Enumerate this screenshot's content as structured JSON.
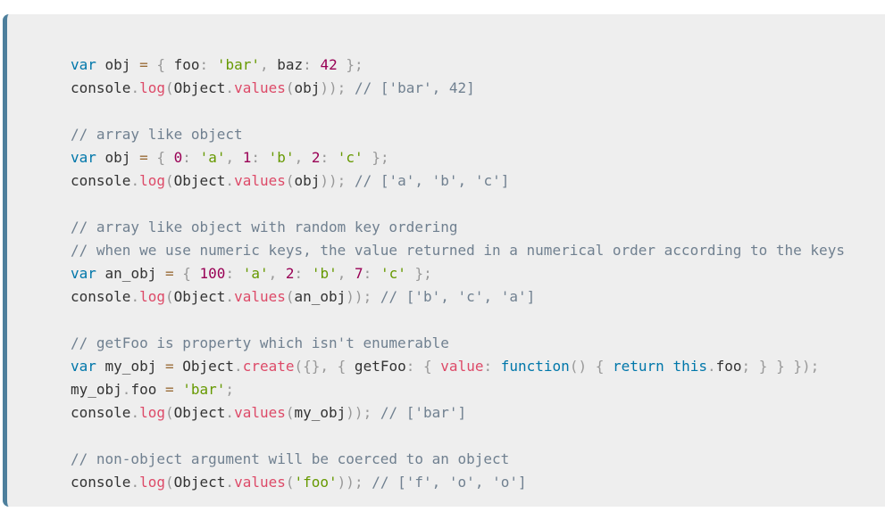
{
  "colors": {
    "background": "#eeeeee",
    "accent_border": "#4d7f9c",
    "keyword": "#0077aa",
    "function": "#dd4a68",
    "string": "#669900",
    "number": "#990055",
    "punctuation": "#999999",
    "operator": "#9a6e3a",
    "comment": "#708090",
    "plain": "#333333"
  },
  "lines": [
    [
      [
        "kw",
        "var"
      ],
      [
        "pl",
        " obj "
      ],
      [
        "op",
        "="
      ],
      [
        "pl",
        " "
      ],
      [
        "pun",
        "{"
      ],
      [
        "pl",
        " foo"
      ],
      [
        "pun",
        ":"
      ],
      [
        "pl",
        " "
      ],
      [
        "str",
        "'bar'"
      ],
      [
        "pun",
        ","
      ],
      [
        "pl",
        " baz"
      ],
      [
        "pun",
        ":"
      ],
      [
        "pl",
        " "
      ],
      [
        "num",
        "42"
      ],
      [
        "pl",
        " "
      ],
      [
        "pun",
        "};"
      ]
    ],
    [
      [
        "pl",
        "console"
      ],
      [
        "pun",
        "."
      ],
      [
        "fn",
        "log"
      ],
      [
        "pun",
        "("
      ],
      [
        "pl",
        "Object"
      ],
      [
        "pun",
        "."
      ],
      [
        "fn",
        "values"
      ],
      [
        "pun",
        "("
      ],
      [
        "pl",
        "obj"
      ],
      [
        "pun",
        "));"
      ],
      [
        "pl",
        " "
      ],
      [
        "cm",
        "// ['bar', 42]"
      ]
    ],
    [],
    [
      [
        "cm",
        "// array like object"
      ]
    ],
    [
      [
        "kw",
        "var"
      ],
      [
        "pl",
        " obj "
      ],
      [
        "op",
        "="
      ],
      [
        "pl",
        " "
      ],
      [
        "pun",
        "{"
      ],
      [
        "pl",
        " "
      ],
      [
        "num",
        "0"
      ],
      [
        "pun",
        ":"
      ],
      [
        "pl",
        " "
      ],
      [
        "str",
        "'a'"
      ],
      [
        "pun",
        ","
      ],
      [
        "pl",
        " "
      ],
      [
        "num",
        "1"
      ],
      [
        "pun",
        ":"
      ],
      [
        "pl",
        " "
      ],
      [
        "str",
        "'b'"
      ],
      [
        "pun",
        ","
      ],
      [
        "pl",
        " "
      ],
      [
        "num",
        "2"
      ],
      [
        "pun",
        ":"
      ],
      [
        "pl",
        " "
      ],
      [
        "str",
        "'c'"
      ],
      [
        "pl",
        " "
      ],
      [
        "pun",
        "};"
      ]
    ],
    [
      [
        "pl",
        "console"
      ],
      [
        "pun",
        "."
      ],
      [
        "fn",
        "log"
      ],
      [
        "pun",
        "("
      ],
      [
        "pl",
        "Object"
      ],
      [
        "pun",
        "."
      ],
      [
        "fn",
        "values"
      ],
      [
        "pun",
        "("
      ],
      [
        "pl",
        "obj"
      ],
      [
        "pun",
        "));"
      ],
      [
        "pl",
        " "
      ],
      [
        "cm",
        "// ['a', 'b', 'c']"
      ]
    ],
    [],
    [
      [
        "cm",
        "// array like object with random key ordering"
      ]
    ],
    [
      [
        "cm",
        "// when we use numeric keys, the value returned in a numerical order according to the keys"
      ]
    ],
    [
      [
        "kw",
        "var"
      ],
      [
        "pl",
        " an_obj "
      ],
      [
        "op",
        "="
      ],
      [
        "pl",
        " "
      ],
      [
        "pun",
        "{"
      ],
      [
        "pl",
        " "
      ],
      [
        "num",
        "100"
      ],
      [
        "pun",
        ":"
      ],
      [
        "pl",
        " "
      ],
      [
        "str",
        "'a'"
      ],
      [
        "pun",
        ","
      ],
      [
        "pl",
        " "
      ],
      [
        "num",
        "2"
      ],
      [
        "pun",
        ":"
      ],
      [
        "pl",
        " "
      ],
      [
        "str",
        "'b'"
      ],
      [
        "pun",
        ","
      ],
      [
        "pl",
        " "
      ],
      [
        "num",
        "7"
      ],
      [
        "pun",
        ":"
      ],
      [
        "pl",
        " "
      ],
      [
        "str",
        "'c'"
      ],
      [
        "pl",
        " "
      ],
      [
        "pun",
        "};"
      ]
    ],
    [
      [
        "pl",
        "console"
      ],
      [
        "pun",
        "."
      ],
      [
        "fn",
        "log"
      ],
      [
        "pun",
        "("
      ],
      [
        "pl",
        "Object"
      ],
      [
        "pun",
        "."
      ],
      [
        "fn",
        "values"
      ],
      [
        "pun",
        "("
      ],
      [
        "pl",
        "an_obj"
      ],
      [
        "pun",
        "));"
      ],
      [
        "pl",
        " "
      ],
      [
        "cm",
        "// ['b', 'c', 'a']"
      ]
    ],
    [],
    [
      [
        "cm",
        "// getFoo is property which isn't enumerable"
      ]
    ],
    [
      [
        "kw",
        "var"
      ],
      [
        "pl",
        " my_obj "
      ],
      [
        "op",
        "="
      ],
      [
        "pl",
        " Object"
      ],
      [
        "pun",
        "."
      ],
      [
        "fn",
        "create"
      ],
      [
        "pun",
        "({},"
      ],
      [
        "pl",
        " "
      ],
      [
        "pun",
        "{"
      ],
      [
        "pl",
        " getFoo"
      ],
      [
        "pun",
        ":"
      ],
      [
        "pl",
        " "
      ],
      [
        "pun",
        "{"
      ],
      [
        "pl",
        " "
      ],
      [
        "fn",
        "value"
      ],
      [
        "pun",
        ":"
      ],
      [
        "pl",
        " "
      ],
      [
        "kw",
        "function"
      ],
      [
        "pun",
        "()"
      ],
      [
        "pl",
        " "
      ],
      [
        "pun",
        "{"
      ],
      [
        "pl",
        " "
      ],
      [
        "kw",
        "return"
      ],
      [
        "pl",
        " "
      ],
      [
        "kw",
        "this"
      ],
      [
        "pun",
        "."
      ],
      [
        "pl",
        "foo"
      ],
      [
        "pun",
        ";"
      ],
      [
        "pl",
        " "
      ],
      [
        "pun",
        "}"
      ],
      [
        "pl",
        " "
      ],
      [
        "pun",
        "}"
      ],
      [
        "pl",
        " "
      ],
      [
        "pun",
        "});"
      ]
    ],
    [
      [
        "pl",
        "my_obj"
      ],
      [
        "pun",
        "."
      ],
      [
        "pl",
        "foo "
      ],
      [
        "op",
        "="
      ],
      [
        "pl",
        " "
      ],
      [
        "str",
        "'bar'"
      ],
      [
        "pun",
        ";"
      ]
    ],
    [
      [
        "pl",
        "console"
      ],
      [
        "pun",
        "."
      ],
      [
        "fn",
        "log"
      ],
      [
        "pun",
        "("
      ],
      [
        "pl",
        "Object"
      ],
      [
        "pun",
        "."
      ],
      [
        "fn",
        "values"
      ],
      [
        "pun",
        "("
      ],
      [
        "pl",
        "my_obj"
      ],
      [
        "pun",
        "));"
      ],
      [
        "pl",
        " "
      ],
      [
        "cm",
        "// ['bar']"
      ]
    ],
    [],
    [
      [
        "cm",
        "// non-object argument will be coerced to an object"
      ]
    ],
    [
      [
        "pl",
        "console"
      ],
      [
        "pun",
        "."
      ],
      [
        "fn",
        "log"
      ],
      [
        "pun",
        "("
      ],
      [
        "pl",
        "Object"
      ],
      [
        "pun",
        "."
      ],
      [
        "fn",
        "values"
      ],
      [
        "pun",
        "("
      ],
      [
        "str",
        "'foo'"
      ],
      [
        "pun",
        "));"
      ],
      [
        "pl",
        " "
      ],
      [
        "cm",
        "// ['f', 'o', 'o']"
      ]
    ]
  ]
}
